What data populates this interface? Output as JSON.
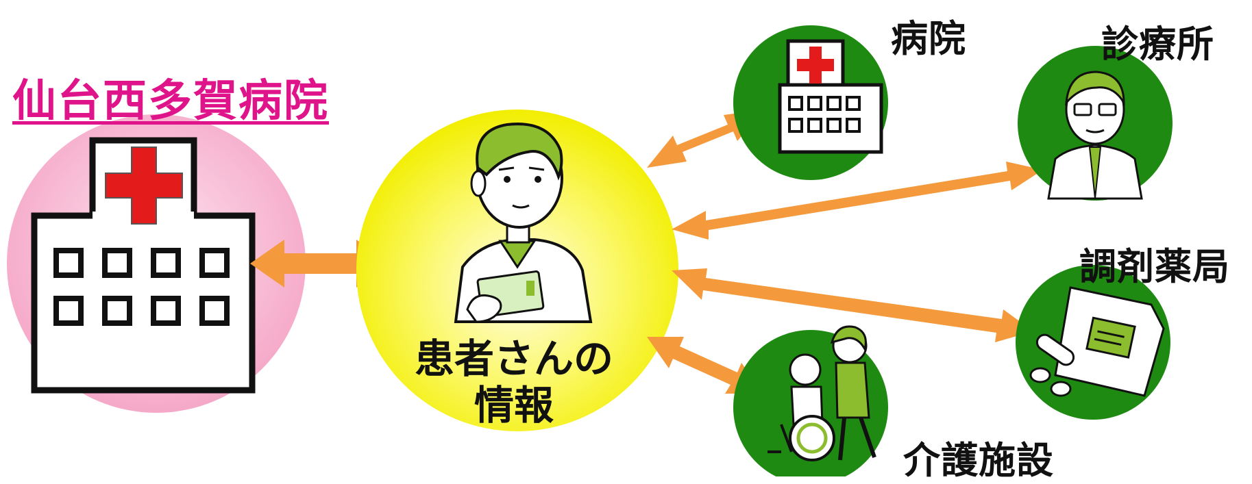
{
  "main_hospital": {
    "label": "仙台西多賀病院"
  },
  "patient": {
    "label_line1": "患者さんの",
    "label_line2": "情報"
  },
  "destinations": {
    "hospital": {
      "label": "病院"
    },
    "clinic": {
      "label": "診療所"
    },
    "pharmacy": {
      "label": "調剤薬局"
    },
    "care_facility": {
      "label": "介護施設"
    }
  },
  "colors": {
    "title_magenta": "#e0148a",
    "pink_circle": "#f7b4cf",
    "yellow_circle": "#f5f200",
    "green_circle": "#1f8a12",
    "arrow_orange": "#f59a3c",
    "cross_red": "#e31b1b",
    "figure_green": "#8cbd2e"
  }
}
